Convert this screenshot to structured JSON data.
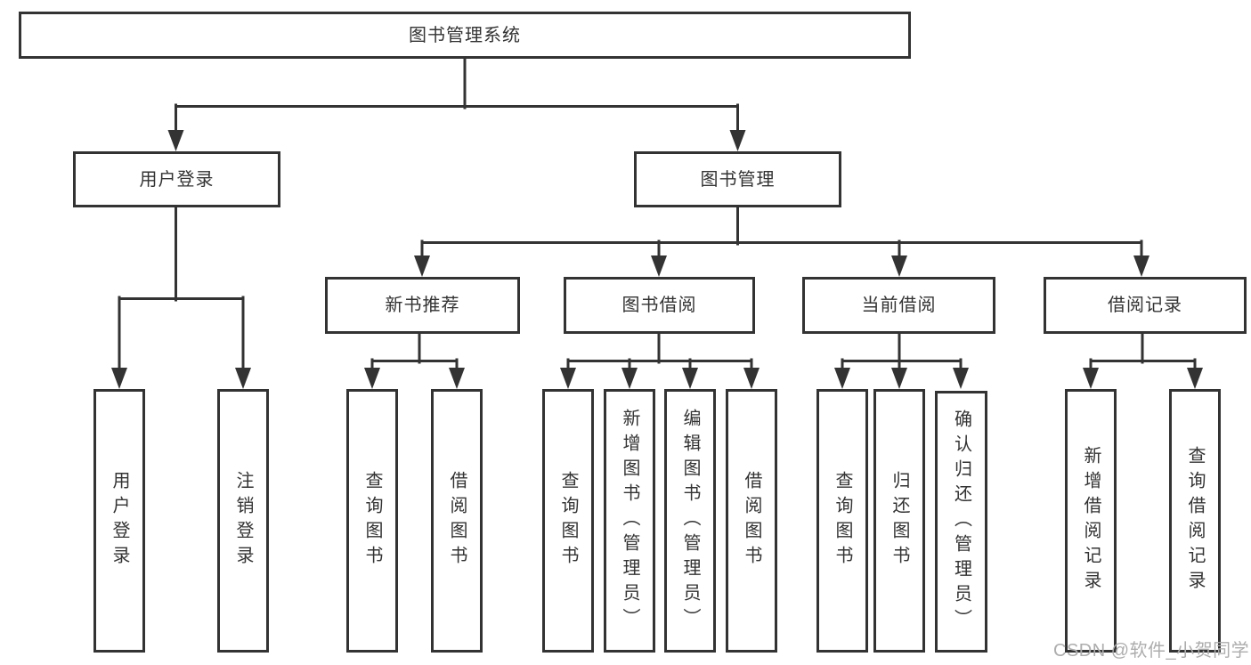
{
  "colors": {
    "line": "#333333",
    "text": "#333333",
    "box_bg": "#ffffff",
    "background": "#ffffff",
    "watermark": "#adadad"
  },
  "watermark": {
    "text": "CSDN @软件_小贺同学"
  },
  "tree": {
    "root": {
      "label": "图书管理系统"
    },
    "children": [
      {
        "label": "用户登录",
        "children": [
          {
            "label": "用户登录"
          },
          {
            "label": "注销登录"
          }
        ]
      },
      {
        "label": "图书管理",
        "children": [
          {
            "label": "新书推荐",
            "children": [
              {
                "label": "查询图书"
              },
              {
                "label": "借阅图书"
              }
            ]
          },
          {
            "label": "图书借阅",
            "children": [
              {
                "label": "查询图书"
              },
              {
                "label": "新增图书（管理员）"
              },
              {
                "label": "编辑图书（管理员）"
              },
              {
                "label": "借阅图书"
              }
            ]
          },
          {
            "label": "当前借阅",
            "children": [
              {
                "label": "查询图书"
              },
              {
                "label": "归还图书"
              },
              {
                "label": "确认归还（管理员）"
              }
            ]
          },
          {
            "label": "借阅记录",
            "children": [
              {
                "label": "新增借阅记录"
              },
              {
                "label": "查询借阅记录"
              }
            ]
          }
        ]
      }
    ]
  }
}
